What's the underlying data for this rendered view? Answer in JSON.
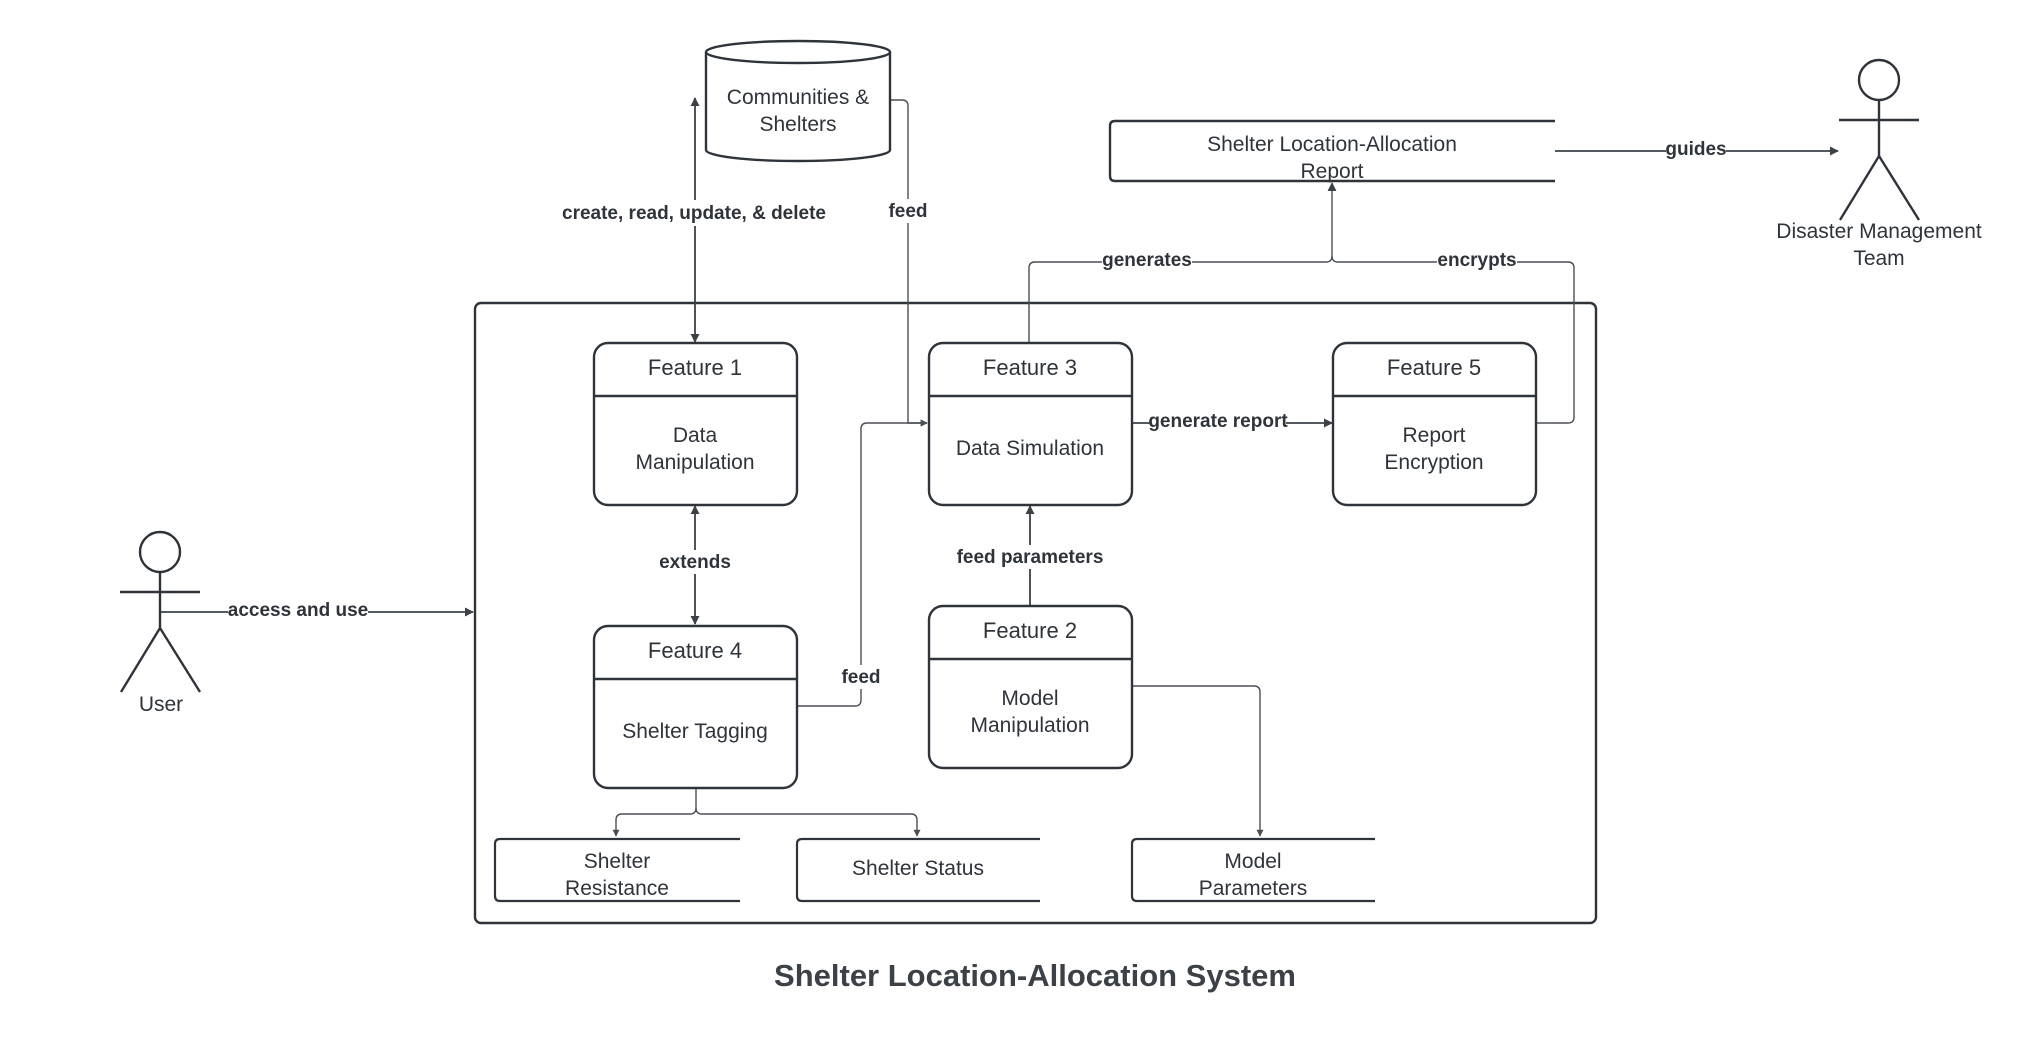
{
  "diagram": {
    "title": "Shelter Location-Allocation System",
    "actors": {
      "user": "User",
      "team_line1": "Disaster Management",
      "team_line2": "Team"
    },
    "database": {
      "line1": "Communities &",
      "line2": "Shelters"
    },
    "report": {
      "line1": "Shelter Location-Allocation",
      "line2": "Report"
    },
    "features": {
      "f1": {
        "header": "Feature 1",
        "line1": "Data",
        "line2": "Manipulation"
      },
      "f2": {
        "header": "Feature 2",
        "line1": "Model",
        "line2": "Manipulation"
      },
      "f3": {
        "header": "Feature 3",
        "line1": "Data Simulation"
      },
      "f4": {
        "header": "Feature 4",
        "line1": "Shelter Tagging"
      },
      "f5": {
        "header": "Feature 5",
        "line1": "Report",
        "line2": "Encryption"
      }
    },
    "stores": {
      "resistance": {
        "line1": "Shelter",
        "line2": "Resistance"
      },
      "status": {
        "line1": "Shelter Status"
      },
      "params": {
        "line1": "Model",
        "line2": "Parameters"
      }
    },
    "edges": {
      "crud": "create, read, update,  & delete",
      "feed_db": "feed",
      "generates": "generates",
      "encrypts": "encrypts",
      "guides": "guides",
      "generate_report": "generate report",
      "extends": "extends",
      "feed_parameters": "feed parameters",
      "access_and_use": "access and use",
      "feed_f4": "feed"
    }
  }
}
